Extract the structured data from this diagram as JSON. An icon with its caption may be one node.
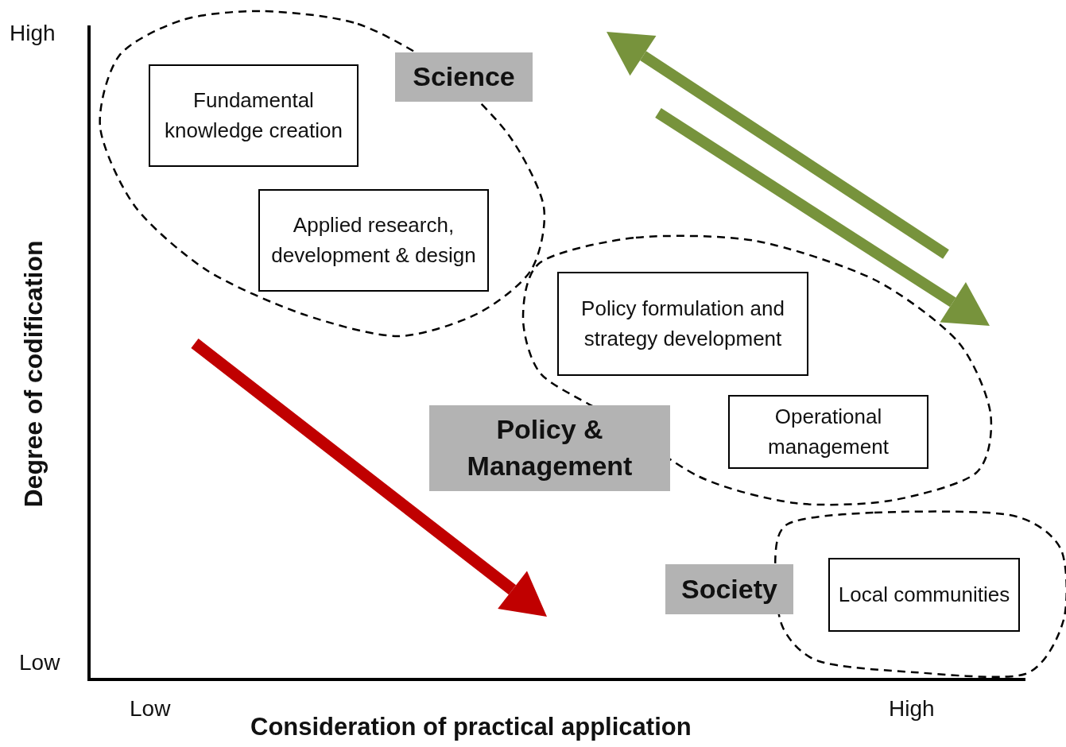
{
  "diagram": {
    "nodes": [
      {
        "text": [
          "Science"
        ]
      },
      {
        "text": [
          "Fundamental knowledge creation"
        ],
        "in": 0
      },
      {
        "text": [
          "Applied research, development & design"
        ],
        "in": 0
      },
      {
        "text": [
          "Policy & Management"
        ]
      },
      {
        "text": [
          "Policy formulation and strategy development"
        ],
        "in": 3
      },
      {
        "text": [
          "Operational management"
        ],
        "in": 3
      },
      {
        "text": [
          "Society"
        ]
      },
      {
        "text": [
          "Local communities"
        ],
        "in": 6
      }
    ],
    "labels": [
      "High",
      "Degree of codification",
      "Low",
      "Low",
      "Consideration of practical application",
      "High"
    ]
  }
}
